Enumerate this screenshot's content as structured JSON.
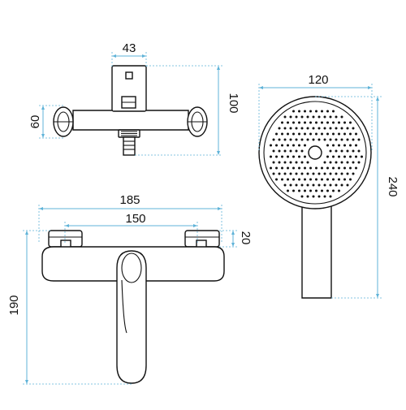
{
  "dimensions": {
    "top_width": "43",
    "top_height_left": "60",
    "top_height_right": "100",
    "shower_width": "120",
    "shower_height": "240",
    "front_width": "185",
    "front_centers": "150",
    "front_small": "20",
    "front_height": "190"
  },
  "colors": {
    "dimension_line": "#5fb3d8",
    "outline": "#111111",
    "background": "#ffffff"
  }
}
